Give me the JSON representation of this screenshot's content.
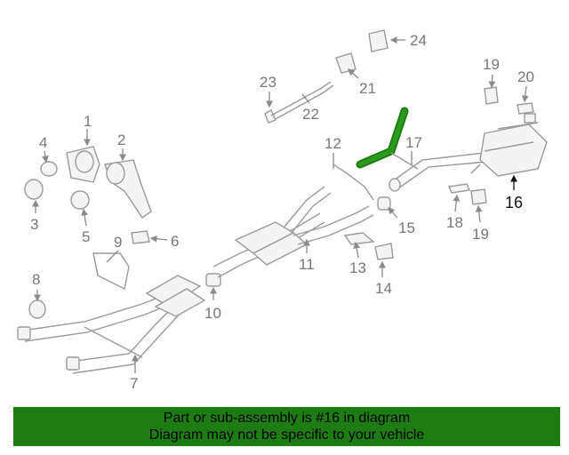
{
  "diagram": {
    "callouts": [
      "1",
      "2",
      "3",
      "4",
      "5",
      "6",
      "7",
      "8",
      "9",
      "10",
      "11",
      "12",
      "13",
      "14",
      "15",
      "16",
      "17",
      "18",
      "19",
      "19",
      "20",
      "21",
      "22",
      "23",
      "24"
    ],
    "highlighted_part": "16",
    "highlight_color": "#1e7d12"
  },
  "banner": {
    "line1": "Part or sub-assembly is #16 in diagram",
    "line2": "Diagram may not be specific to your vehicle",
    "background": "#1e7d12"
  }
}
